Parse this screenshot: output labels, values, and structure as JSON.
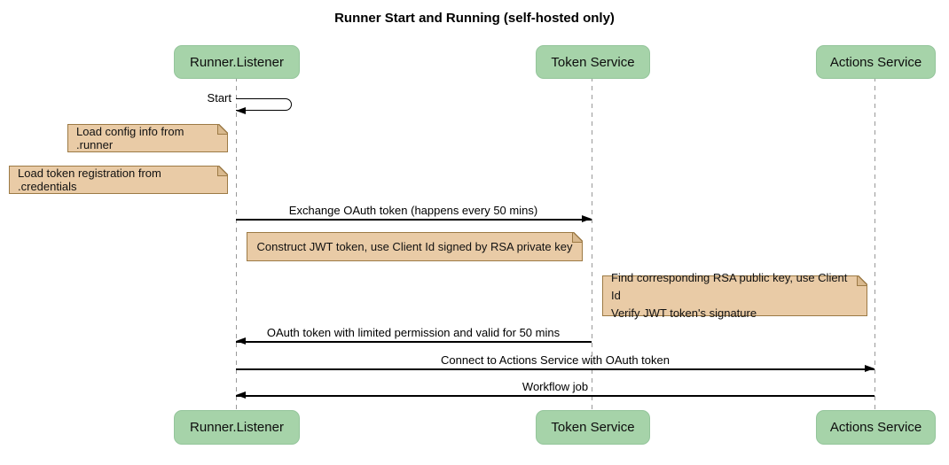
{
  "title": "Runner Start and Running (self-hosted only)",
  "participants": [
    {
      "name": "Runner.Listener"
    },
    {
      "name": "Token Service"
    },
    {
      "name": "Actions Service"
    }
  ],
  "messages": [
    {
      "label": "Start",
      "from": "Runner.Listener",
      "to": "Runner.Listener",
      "kind": "self"
    },
    {
      "label": "Exchange OAuth token (happens every 50 mins)",
      "from": "Runner.Listener",
      "to": "Token Service",
      "kind": "solid-arrow"
    },
    {
      "label": "OAuth token with limited permission and valid for 50 mins",
      "from": "Token Service",
      "to": "Runner.Listener",
      "kind": "solid-arrow"
    },
    {
      "label": "Connect to Actions Service with OAuth token",
      "from": "Runner.Listener",
      "to": "Actions Service",
      "kind": "solid-arrow"
    },
    {
      "label": "Workflow job",
      "from": "Actions Service",
      "to": "Runner.Listener",
      "kind": "solid-arrow"
    }
  ],
  "notes": [
    {
      "text": "Load config info from .runner",
      "position": "left of Runner.Listener"
    },
    {
      "text": "Load token registration from .credentials",
      "position": "left of Runner.Listener"
    },
    {
      "text": "Construct JWT token, use Client Id signed by RSA private key",
      "position": "right of Runner.Listener"
    },
    {
      "lines": [
        "Find corresponding RSA public key, use Client Id",
        "Verify JWT token's signature"
      ],
      "position": "right of Token Service"
    }
  ],
  "colors": {
    "participant_fill": "#a6d3a9",
    "participant_border": "#94c59b",
    "note_fill": "#e9cba6",
    "note_border": "#9c7a45",
    "lifeline": "#999999",
    "arrow": "#000000",
    "background": "#ffffff"
  }
}
